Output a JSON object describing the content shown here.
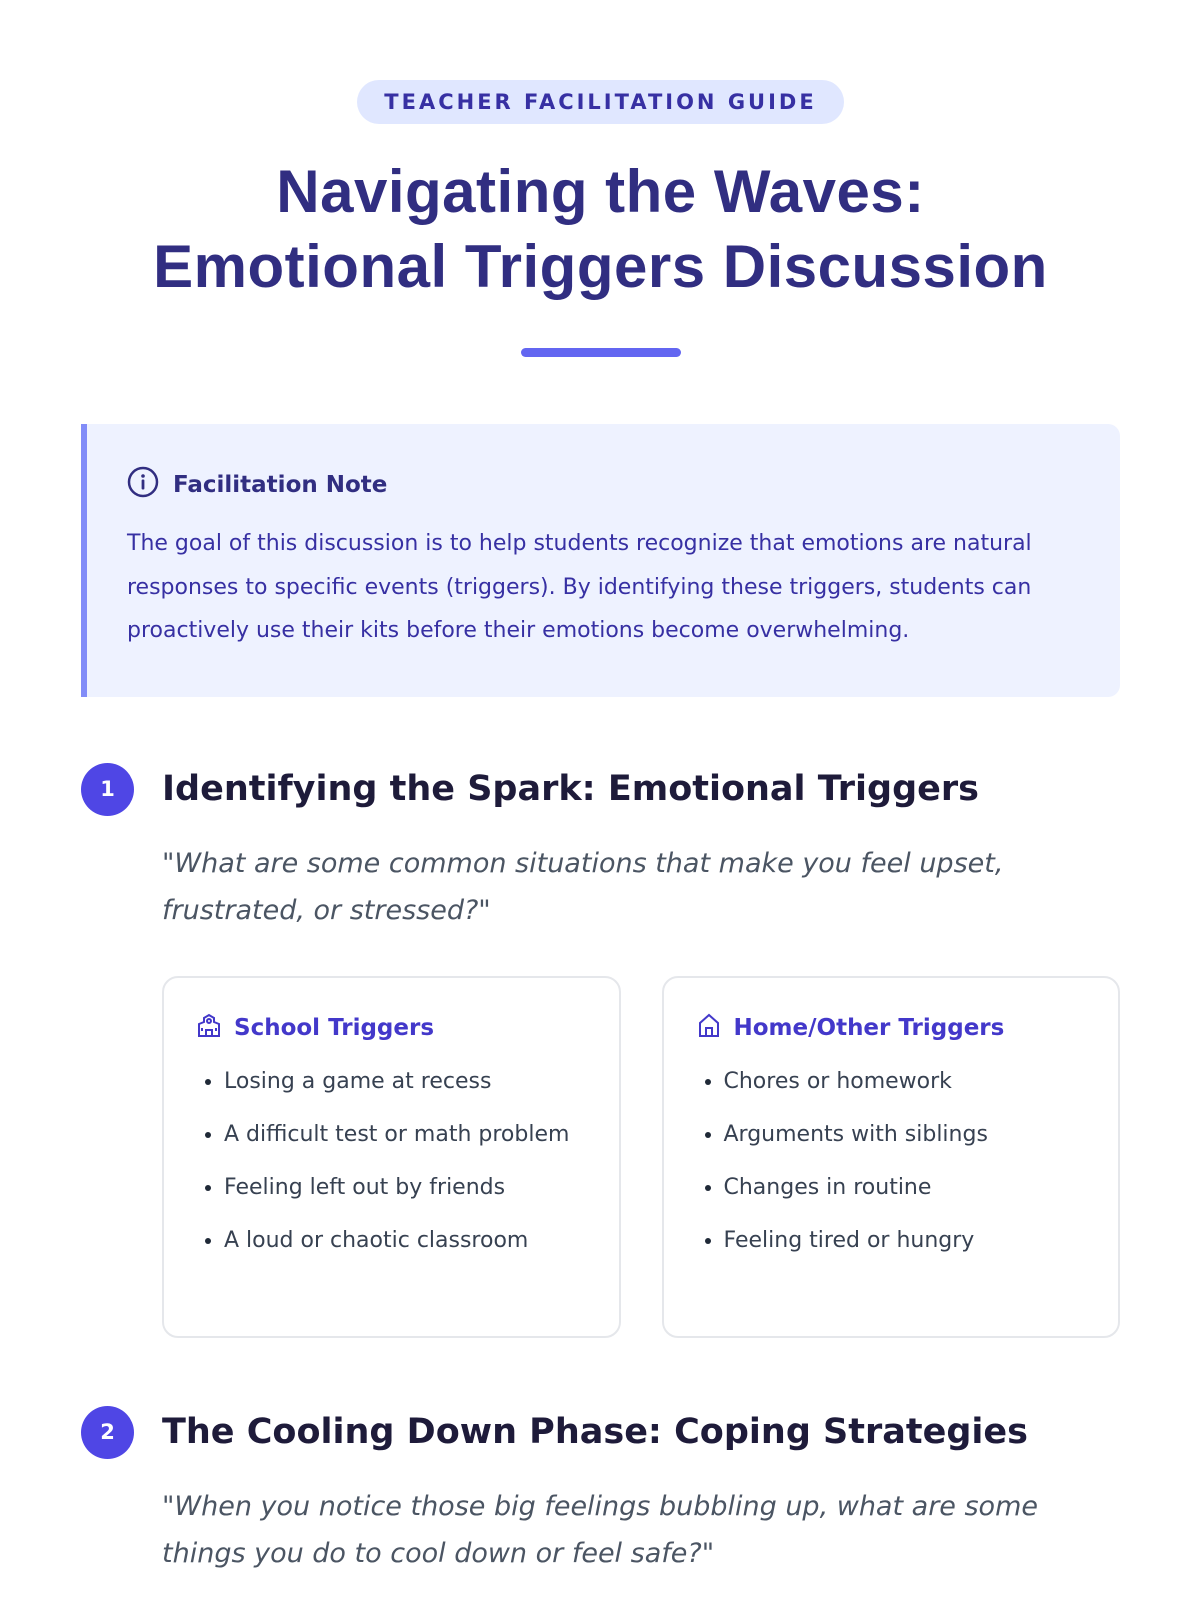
{
  "badge": "TEACHER FACILITATION GUIDE",
  "title_line1": "Navigating the Waves:",
  "title_line2": "Emotional Triggers Discussion",
  "note": {
    "icon": "info-icon",
    "heading": "Facilitation Note",
    "body": "The goal of this discussion is to help students recognize that emotions are natural responses to specific events (triggers). By identifying these triggers, students can proactively use their kits before their emotions become overwhelming."
  },
  "sections": [
    {
      "number": "1",
      "title": "Identifying the Spark: Emotional Triggers",
      "quote": "\"What are some common situations that make you feel upset, frustrated, or stressed?\"",
      "cards": [
        {
          "icon": "school-icon",
          "title": "School Triggers",
          "items": [
            "Losing a game at recess",
            "A difficult test or math problem",
            "Feeling left out by friends",
            "A loud or chaotic classroom"
          ]
        },
        {
          "icon": "home-icon",
          "title": "Home/Other Triggers",
          "items": [
            "Chores or homework",
            "Arguments with siblings",
            "Changes in routine",
            "Feeling tired or hungry"
          ]
        }
      ]
    },
    {
      "number": "2",
      "title": "The Cooling Down Phase: Coping Strategies",
      "quote": "\"When you notice those big feelings bubbling up, what are some things you do to cool down or feel safe?\""
    }
  ]
}
